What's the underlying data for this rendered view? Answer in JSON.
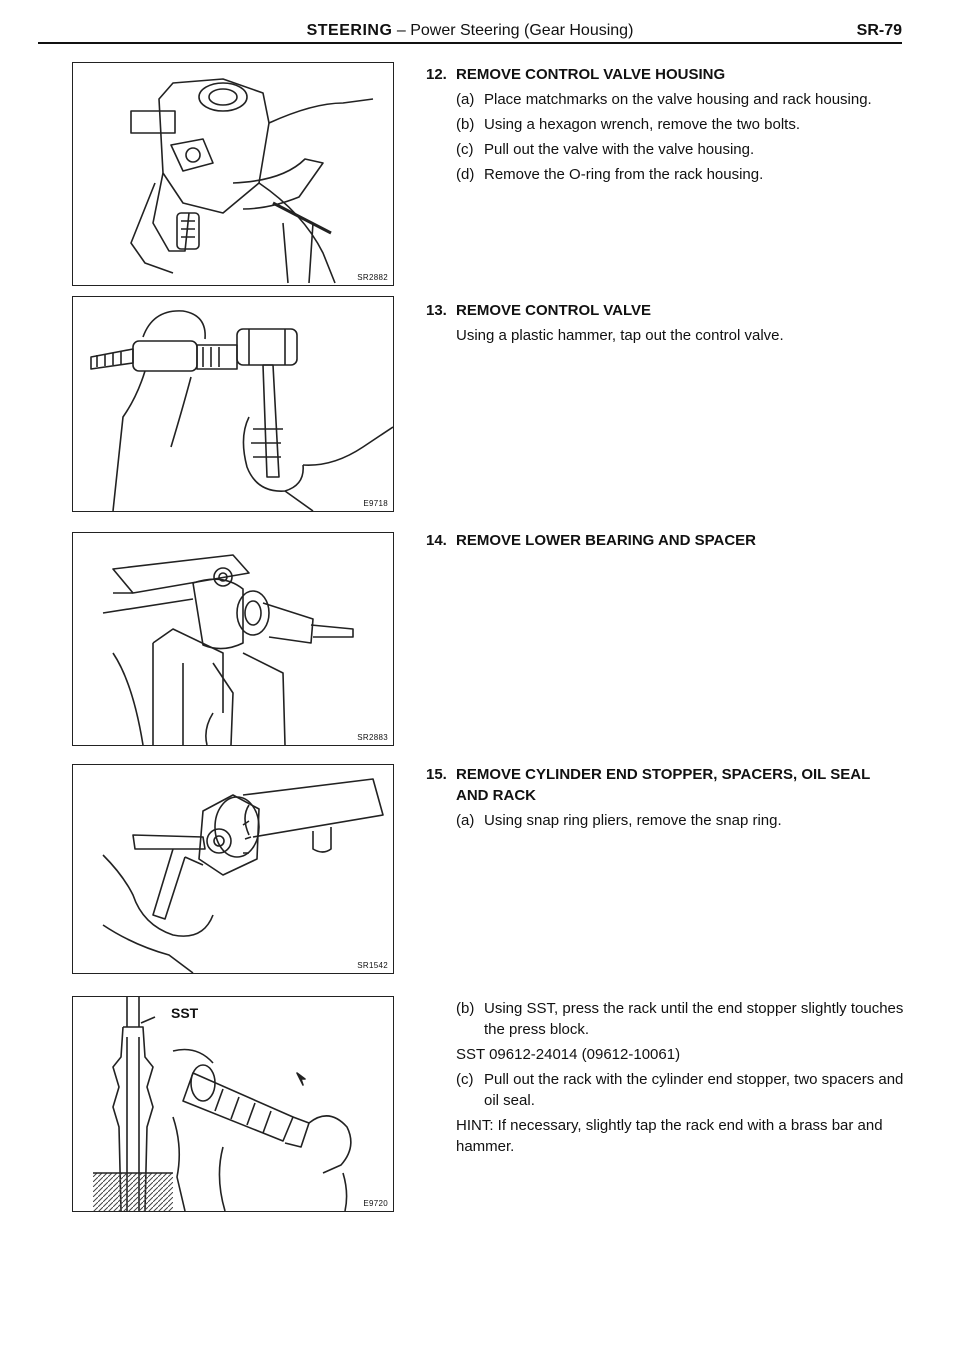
{
  "header": {
    "section": "STEERING",
    "separator": " – ",
    "subsection": "Power Steering (Gear Housing)",
    "page": "SR-79"
  },
  "figures": [
    {
      "code": "SR2882"
    },
    {
      "code": "E9718"
    },
    {
      "code": "SR2883"
    },
    {
      "code": "SR1542"
    },
    {
      "code": "E9720",
      "callout": "SST"
    }
  ],
  "steps": [
    {
      "num": "12.",
      "title": "REMOVE CONTROL VALVE HOUSING",
      "items": [
        {
          "label": "(a)",
          "text": "Place matchmarks on the valve housing and rack housing."
        },
        {
          "label": "(b)",
          "text": "Using a hexagon wrench, remove the two bolts."
        },
        {
          "label": "(c)",
          "text": "Pull out the valve with the valve housing."
        },
        {
          "label": "(d)",
          "text": "Remove the O-ring from the rack housing."
        }
      ]
    },
    {
      "num": "13.",
      "title": "REMOVE CONTROL VALVE",
      "text": "Using a plastic hammer, tap out the control valve."
    },
    {
      "num": "14.",
      "title": "REMOVE LOWER BEARING AND SPACER"
    },
    {
      "num": "15.",
      "title": "REMOVE CYLINDER END STOPPER, SPACERS, OIL SEAL AND RACK",
      "items": [
        {
          "label": "(a)",
          "text": "Using snap ring pliers, remove the snap ring."
        },
        {
          "label": "(b)",
          "text": "Using SST, press the rack until the end stopper slightly touches the press block."
        }
      ],
      "sst": "SST 09612-24014 (09612-10061)",
      "items2": [
        {
          "label": "(c)",
          "text": "Pull out the rack with the cylinder end stopper, two spacers and oil seal."
        }
      ],
      "hint": "HINT:  If necessary, slightly tap the rack end with a brass bar and hammer."
    }
  ]
}
